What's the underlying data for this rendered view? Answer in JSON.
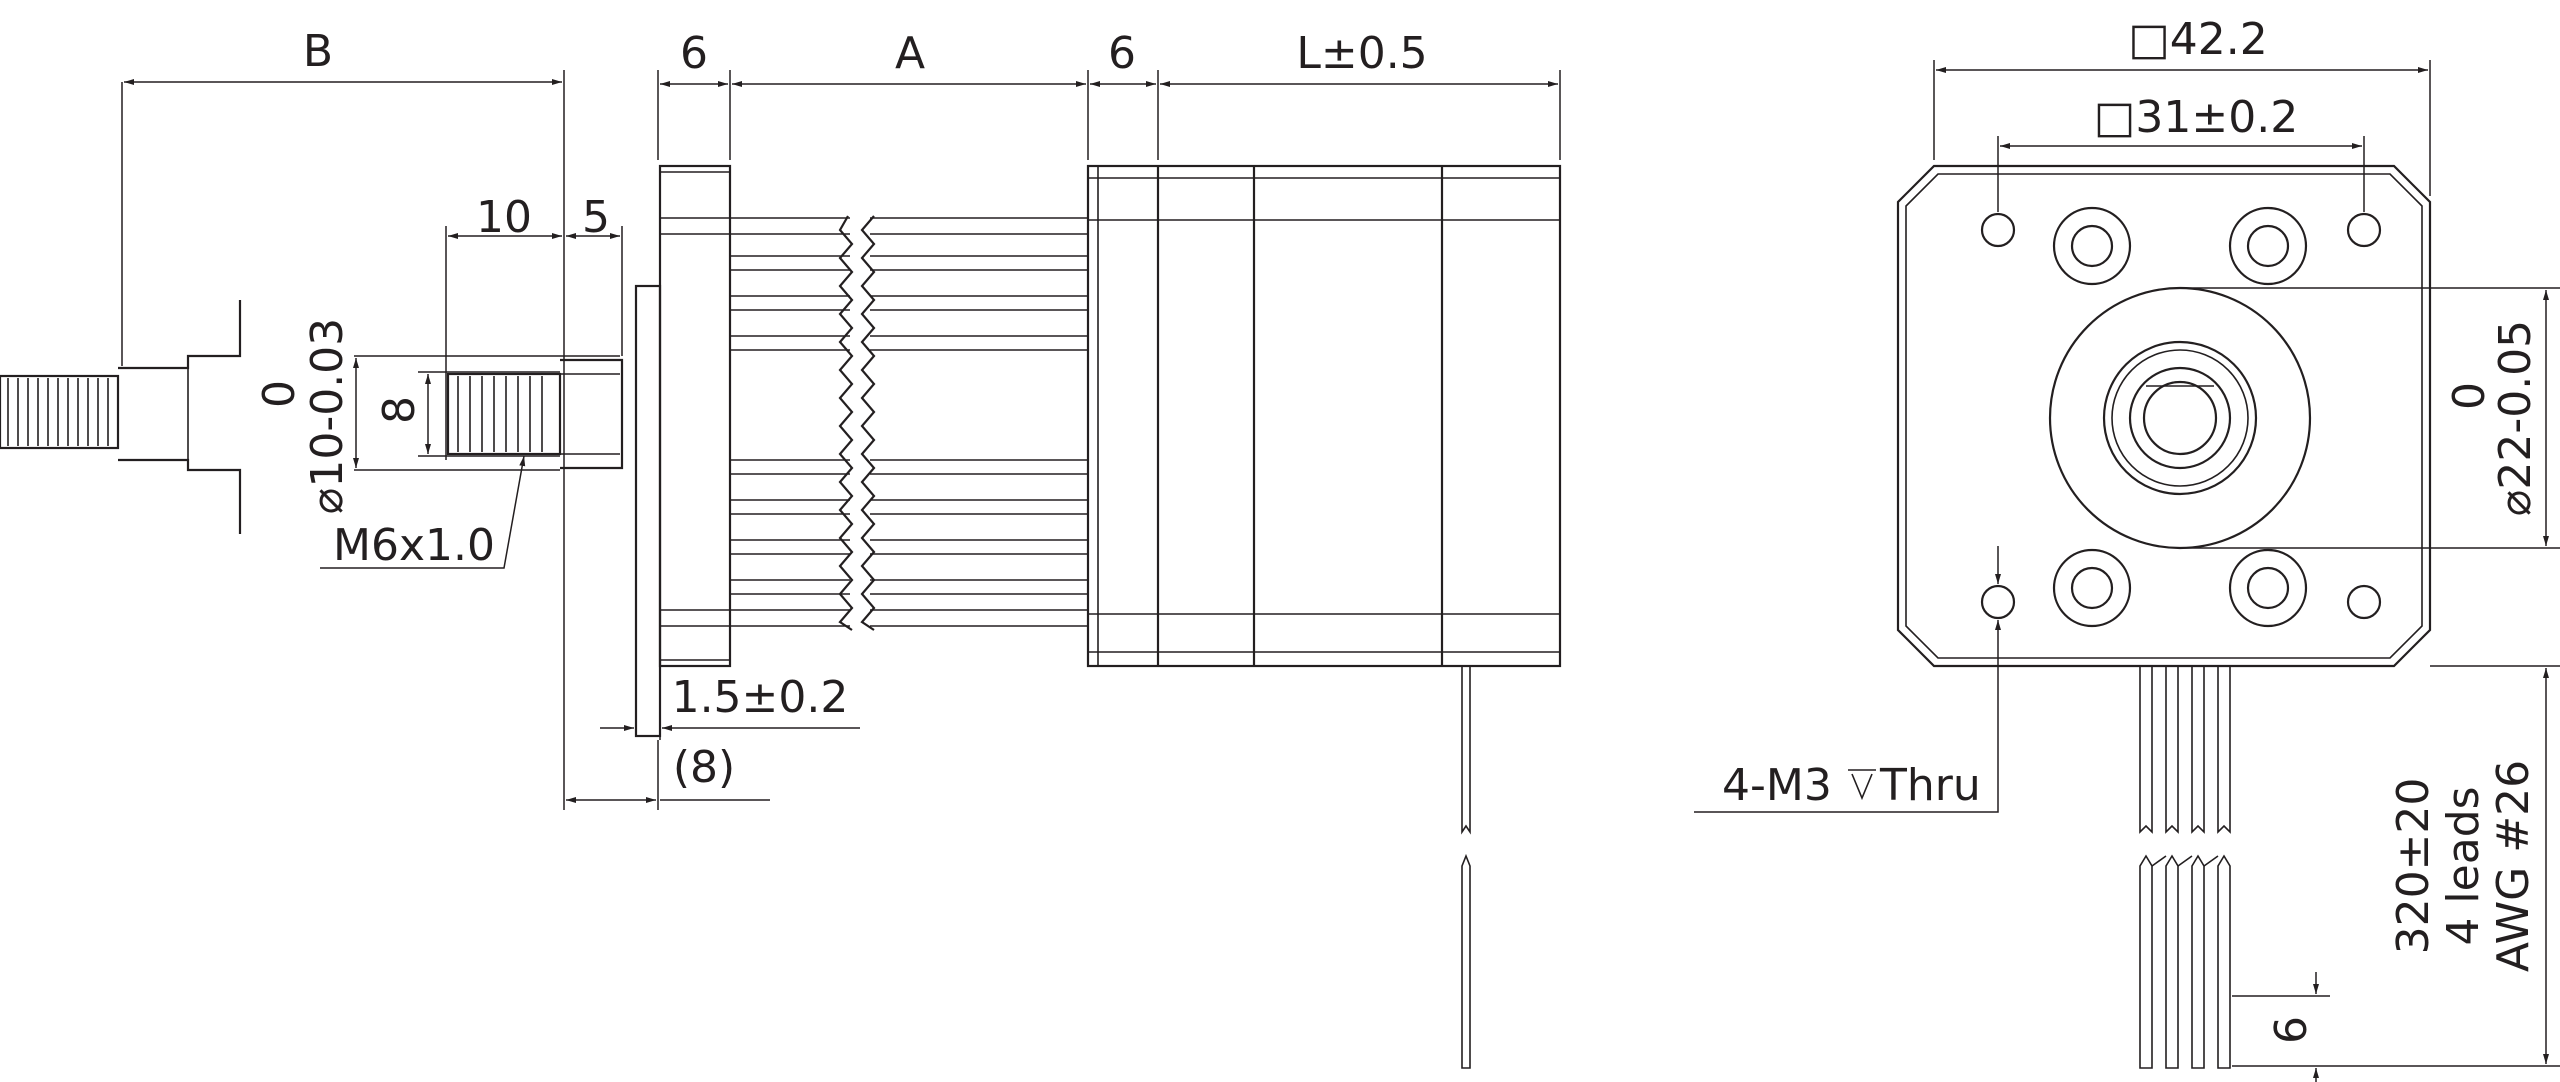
{
  "labels": {
    "B": "B",
    "six_left": "6",
    "A": "A",
    "six_mid": "6",
    "L": "L±0.5",
    "ten": "10",
    "five": "5",
    "phi10": "⌀10-0.03",
    "zero_phi10": "0",
    "eight": "8",
    "m6": "M6x1.0",
    "flange": "1.5±0.2",
    "eight_paren": "(8)",
    "sq42": "□42.2",
    "sq31": "□31±0.2",
    "phi22": "⌀22-0.05",
    "zero_phi22": "0",
    "m3": "4-M3",
    "m3_thru": "Thru",
    "lead_length": "320±20",
    "lead_count": "4 leads",
    "lead_awg": "AWG #26",
    "six_leads": "6"
  },
  "colors": {
    "line": "#231f20",
    "background": "#ffffff"
  },
  "icons": {
    "depth_symbol": "countersink-depth-icon"
  }
}
